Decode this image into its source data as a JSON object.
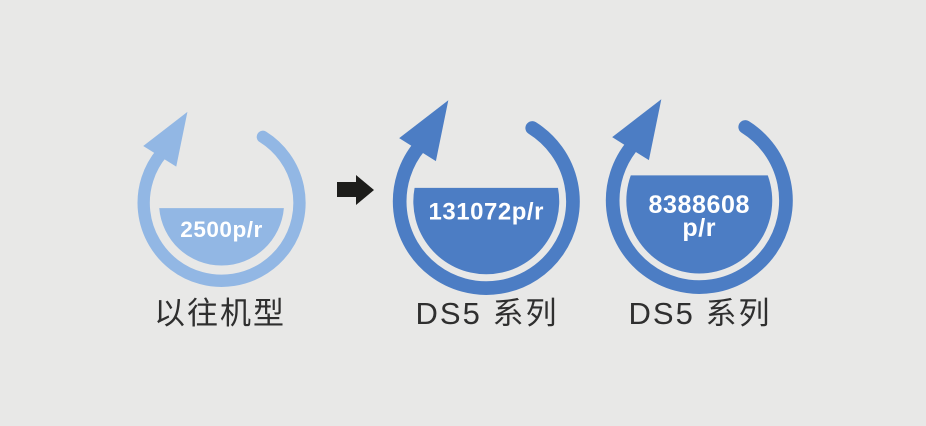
{
  "page": {
    "background_color": "#e8e8e7",
    "description": "Encoder resolution comparison infographic"
  },
  "colors": {
    "previous_model_blue": "#92b7e4",
    "ds5_blue": "#4c7dc4",
    "transition_arrow_black": "#1d1d1b",
    "label_text": "#2f2f2f",
    "value_text": "#ffffff"
  },
  "comparison": {
    "items": [
      {
        "id": "previous-model",
        "value": "2500p/r",
        "label": "以往机型",
        "color": "#92b7e4",
        "fill_level": "low"
      },
      {
        "id": "ds5-series-a",
        "value": "131072p/r",
        "label": "DS5 系列",
        "color": "#4c7dc4",
        "fill_level": "medium"
      },
      {
        "id": "ds5-series-b",
        "value_line1": "8388608",
        "value_line2": "p/r",
        "label": "DS5 系列",
        "color": "#4c7dc4",
        "fill_level": "high"
      }
    ],
    "transition_arrow": {
      "direction": "right",
      "color": "#1d1d1b"
    }
  }
}
